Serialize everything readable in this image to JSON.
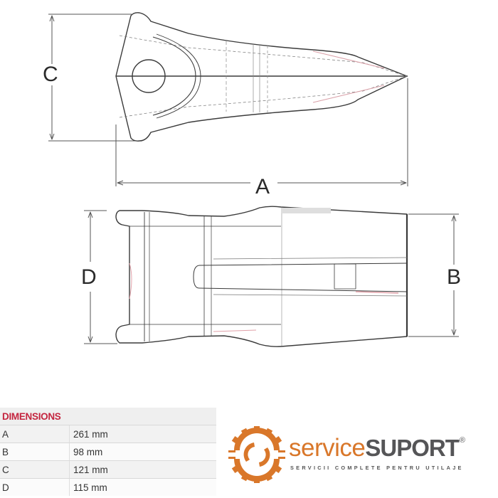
{
  "drawing": {
    "title": "Bucket tooth technical drawing",
    "top_view": {
      "labels": {
        "C": "C",
        "A": "A"
      }
    },
    "side_view": {
      "labels": {
        "D": "D",
        "B": "B"
      }
    },
    "line_color": "#3a3a3a",
    "accent_trace_color": "#e0a0a8"
  },
  "dimensions_table": {
    "header": "DIMENSIONS",
    "header_color": "#c4253f",
    "rows": [
      {
        "key": "A",
        "value": "261 mm"
      },
      {
        "key": "B",
        "value": "98 mm"
      },
      {
        "key": "C",
        "value": "121 mm"
      },
      {
        "key": "D",
        "value": "115 mm"
      }
    ]
  },
  "logo": {
    "word_light": "service",
    "word_bold": "SUPORT",
    "registered": "®",
    "tagline": "SERVICII COMPLETE PENTRU UTILAJE",
    "orange": "#d9772a",
    "gray": "#555557",
    "icon": "gear-icon"
  }
}
